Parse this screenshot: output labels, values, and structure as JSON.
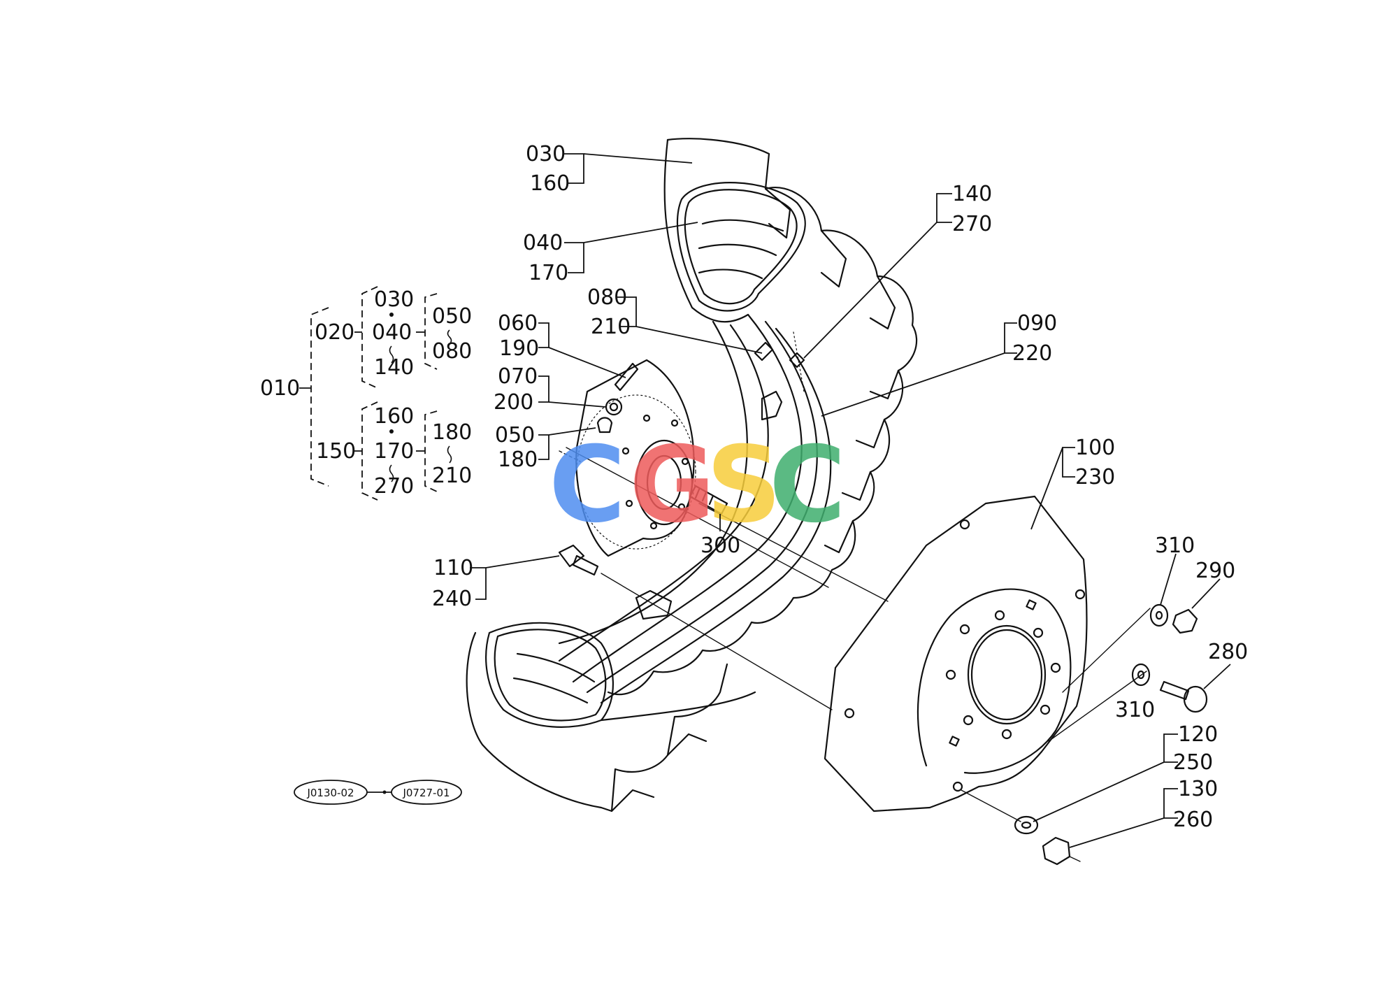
{
  "callouts": {
    "c030": "030",
    "c160": "160",
    "c040": "040",
    "c170": "170",
    "c140": "140",
    "c270": "270",
    "c080": "080",
    "c210": "210",
    "c060": "060",
    "c190": "190",
    "c070": "070",
    "c200": "200",
    "c050": "050",
    "c180": "180",
    "c090": "090",
    "c220": "220",
    "c100": "100",
    "c230": "230",
    "c300": "300",
    "c110": "110",
    "c240": "240",
    "c310a": "310",
    "c290": "290",
    "c280": "280",
    "c310b": "310",
    "c120": "120",
    "c250": "250",
    "c130": "130",
    "c260": "260"
  },
  "tree": {
    "root": "010",
    "g1": "020",
    "g1_a": "030",
    "g1_b": "040",
    "g1_c": "140",
    "g1_d": "050",
    "g1_e": "080",
    "g2": "150",
    "g2_a": "160",
    "g2_b": "170",
    "g2_c": "270",
    "g2_d": "180",
    "g2_e": "210"
  },
  "refs": {
    "ref1": "J0130-02",
    "ref2": "J0727-01"
  },
  "watermark": {
    "letters": [
      "C",
      "G",
      "S",
      "C"
    ],
    "colors": [
      "#4f8ef0",
      "#ee5b5b",
      "#f7cd3c",
      "#3fae6e"
    ]
  }
}
